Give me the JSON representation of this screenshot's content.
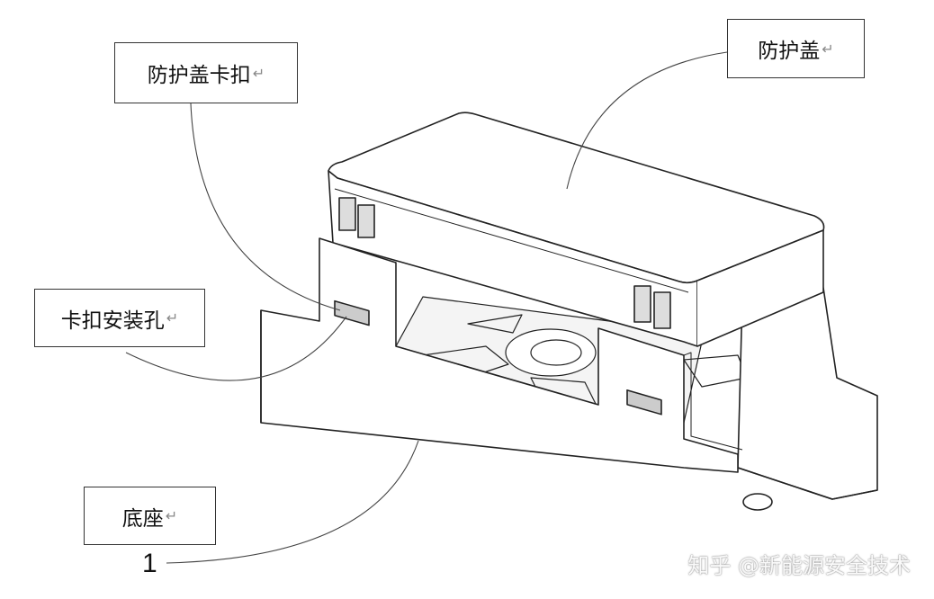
{
  "labels": {
    "cover_clip": "防护盖卡扣",
    "cover": "防护盖",
    "clip_hole": "卡扣安装孔",
    "base": "底座",
    "return_mark": "↵"
  },
  "part_number": "1",
  "watermark": "知乎 @新能源安全技术"
}
